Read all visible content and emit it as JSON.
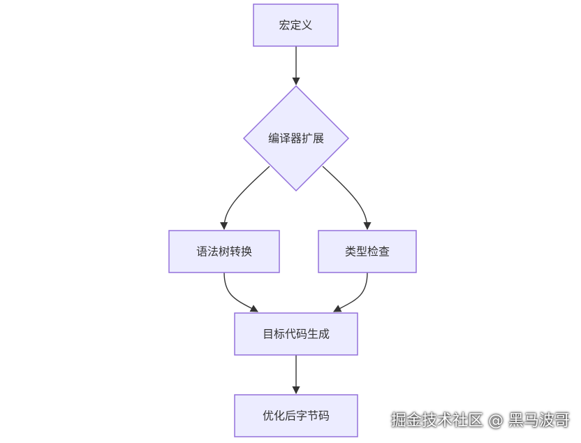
{
  "nodes": {
    "macro_definition": "宏定义",
    "compiler_extension": "编译器扩展",
    "ast_transform": "语法树转换",
    "type_check": "类型检查",
    "target_codegen": "目标代码生成",
    "optimize_bytecode": "优化后字节码"
  },
  "watermark": "掘金技术社区 @ 黑马波哥",
  "colors": {
    "node_fill": "#ECECFF",
    "node_stroke": "#9370DB",
    "edge": "#333333",
    "text": "#333333"
  }
}
